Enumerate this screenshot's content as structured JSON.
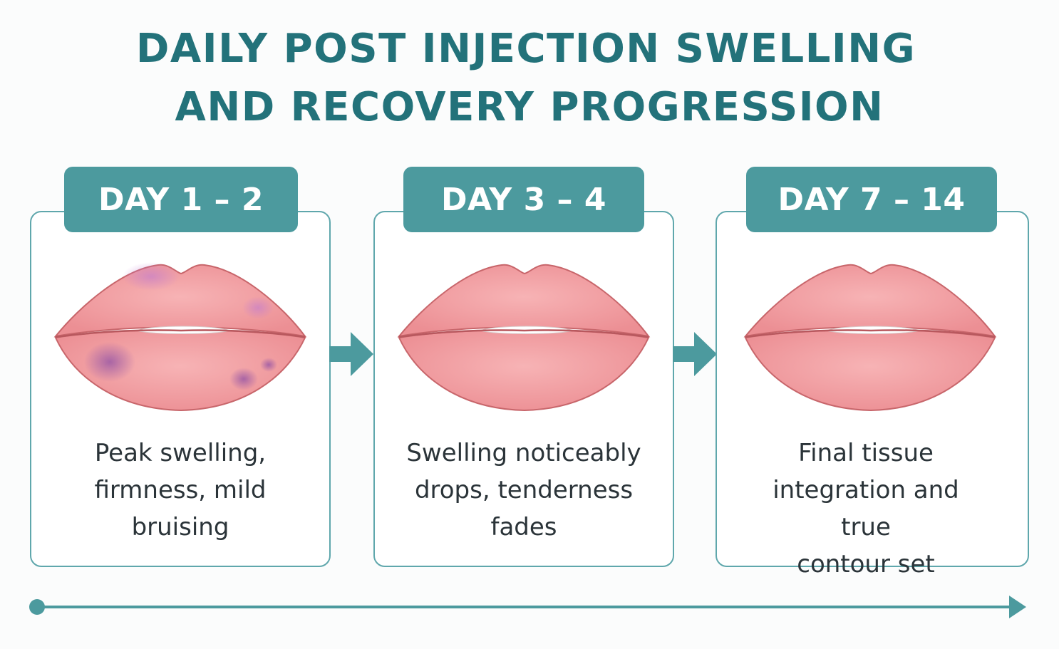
{
  "title": {
    "line1": "DAILY POST INJECTION SWELLING",
    "line2": "AND RECOVERY PROGRESSION"
  },
  "stages": [
    {
      "label": "DAY 1 – 2",
      "description_lines": [
        "Peak swelling,",
        "firmness, mild",
        "bruising"
      ]
    },
    {
      "label": "DAY 3 – 4",
      "description_lines": [
        "Swelling noticeably",
        "drops, tenderness",
        "fades"
      ]
    },
    {
      "label": "DAY 7 – 14",
      "description_lines": [
        "Final tissue",
        "integration and true",
        "contour set"
      ]
    }
  ],
  "colors": {
    "accent": "#4c9a9e",
    "title": "#23727a",
    "border": "#5fa7ac",
    "lip": "#f29da0",
    "lip_line": "#c8666b",
    "bruise": "#9c5aa8"
  }
}
